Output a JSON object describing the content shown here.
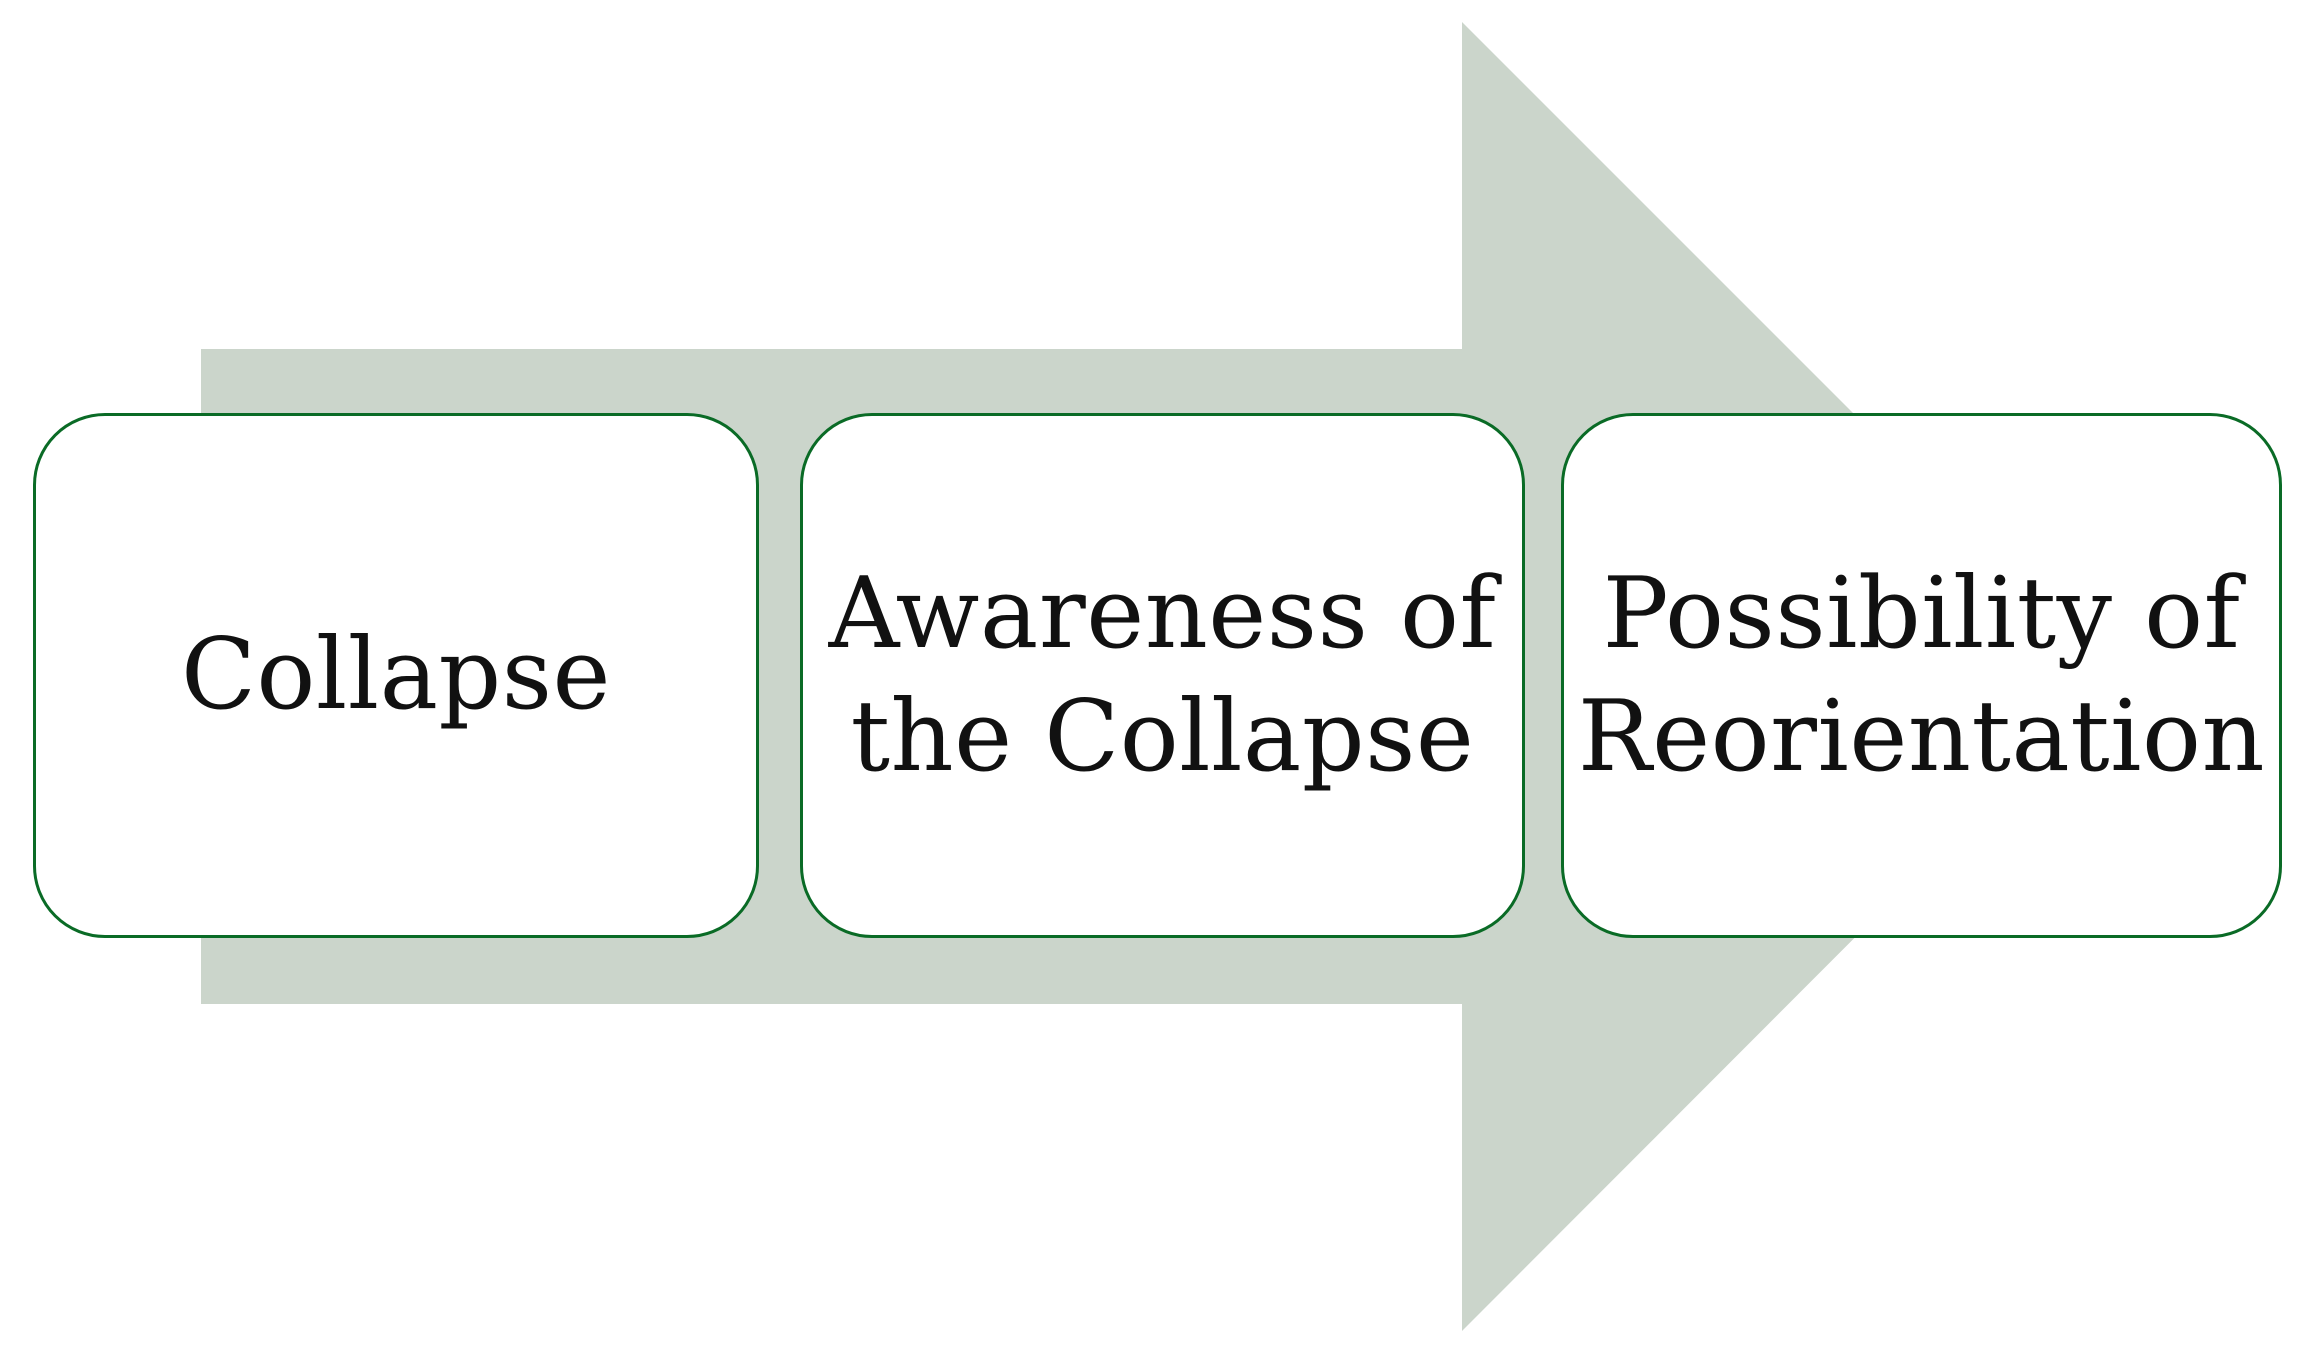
{
  "diagram": {
    "type": "process-flow",
    "direction": "left-to-right",
    "stages": [
      {
        "label": "Collapse"
      },
      {
        "label": "Awareness of\nthe Collapse"
      },
      {
        "label": "Possibility of\nReorientation"
      }
    ],
    "style": {
      "arrow_fill": "#CBD5CB",
      "box_border": "#0A6B26",
      "box_fill": "#FFFFFF",
      "text_color": "#111111",
      "background": "#FFFFFF"
    }
  }
}
